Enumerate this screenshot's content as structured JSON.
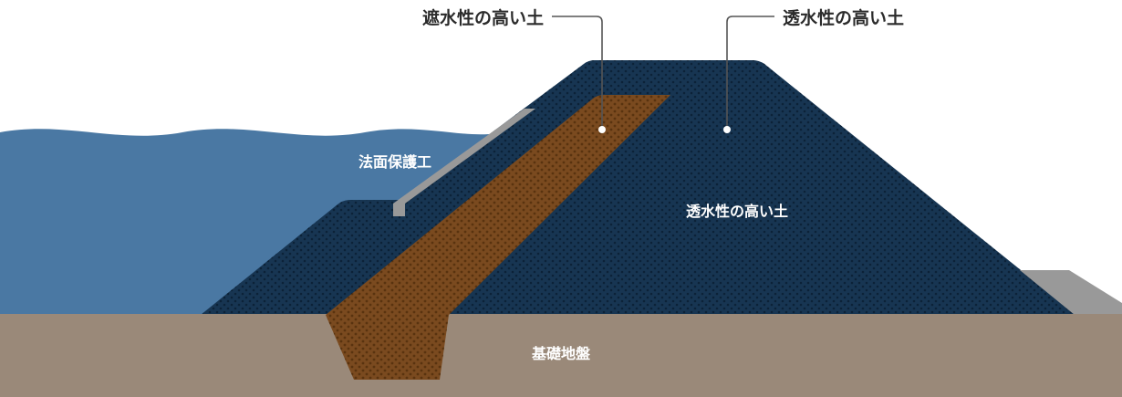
{
  "labels": {
    "impermeable_callout": "遮水性の高い土",
    "permeable_callout": "透水性の高い土",
    "permeable_body": "透水性の高い土",
    "slope_protection": "法面保護工",
    "foundation": "基礎地盤"
  },
  "colors": {
    "water": "#4a78a3",
    "embankment": "#173552",
    "embankment_dots": "#0c2238",
    "core": "#7a4a1f",
    "core_dots": "#59330f",
    "foundation": "#9a8979",
    "slope_protection": "#999999",
    "toe_protection": "#999999",
    "leader_line": "#555555",
    "marker_dot": "#ffffff"
  }
}
